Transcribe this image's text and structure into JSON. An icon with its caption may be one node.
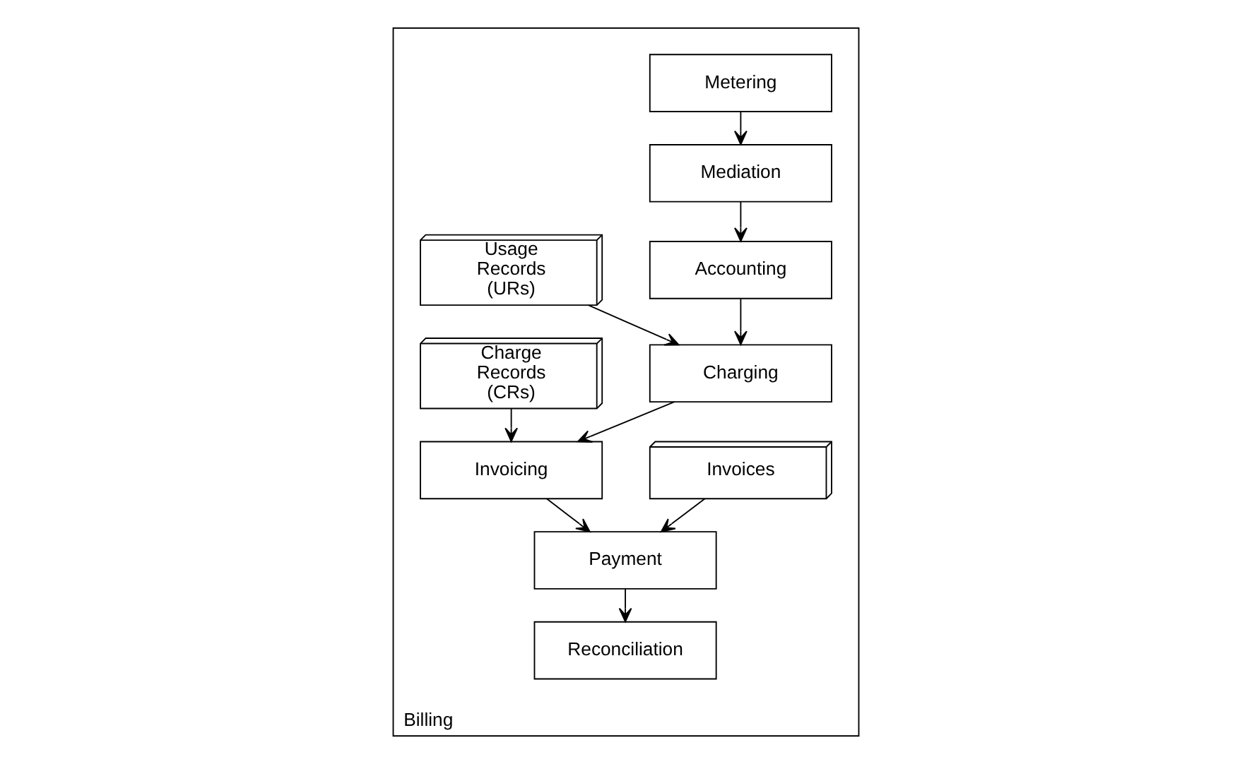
{
  "diagram": {
    "nodes": [
      {
        "text": [
          "Billing"
        ]
      },
      {
        "text": [
          "Metering"
        ],
        "in": 0
      },
      {
        "text": [
          "Mediation"
        ],
        "in": 0
      },
      {
        "text": [
          "Accounting"
        ],
        "in": 0
      },
      {
        "text": [
          "Usage Records (URs)"
        ],
        "in": 0
      },
      {
        "text": [
          "Charging"
        ],
        "in": 0
      },
      {
        "text": [
          "Invoices"
        ],
        "in": 0
      },
      {
        "text": [
          "Charge Records (CRs)"
        ],
        "in": 0
      },
      {
        "text": [
          "Invoicing"
        ],
        "in": 0
      },
      {
        "text": [
          "Payment"
        ],
        "in": 0
      },
      {
        "text": [
          "Reconciliation"
        ],
        "in": 0
      }
    ],
    "edges": [
      {
        "from": 1,
        "to": 2,
        "arrow": "to"
      },
      {
        "from": 2,
        "to": 3,
        "arrow": "to"
      },
      {
        "from": 3,
        "to": 5,
        "arrow": "to"
      },
      {
        "from": 4,
        "to": 5,
        "arrow": "to"
      },
      {
        "from": 5,
        "to": 8,
        "arrow": "to"
      },
      {
        "from": 7,
        "to": 8,
        "arrow": "to"
      },
      {
        "from": 8,
        "to": 9,
        "arrow": "to"
      },
      {
        "from": 6,
        "to": 9,
        "arrow": "to"
      },
      {
        "from": 9,
        "to": 10,
        "arrow": "to"
      }
    ]
  }
}
